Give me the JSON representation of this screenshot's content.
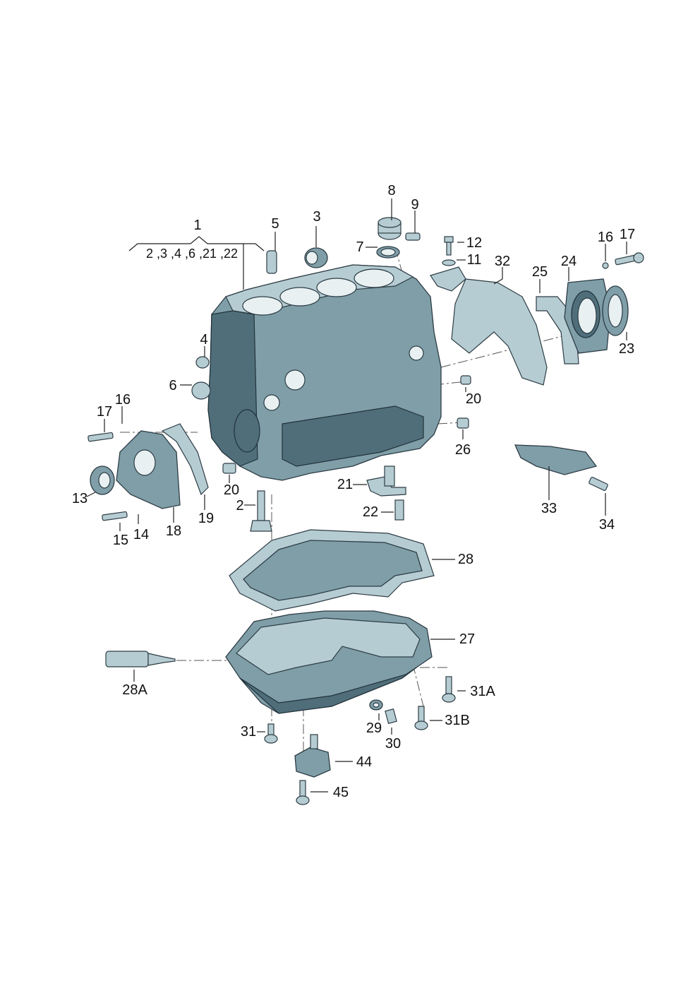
{
  "diagram": {
    "callouts": [
      {
        "id": "c1",
        "text": "1"
      },
      {
        "id": "c1sub",
        "text": "2 ,3 ,4 ,6 ,21 ,22"
      },
      {
        "id": "c5",
        "text": "5"
      },
      {
        "id": "c3",
        "text": "3"
      },
      {
        "id": "c8",
        "text": "8"
      },
      {
        "id": "c9",
        "text": "9"
      },
      {
        "id": "c7",
        "text": "7"
      },
      {
        "id": "c12",
        "text": "12"
      },
      {
        "id": "c11",
        "text": "11"
      },
      {
        "id": "c32",
        "text": "32"
      },
      {
        "id": "c25",
        "text": "25"
      },
      {
        "id": "c24",
        "text": "24"
      },
      {
        "id": "c16a",
        "text": "16"
      },
      {
        "id": "c17a",
        "text": "17"
      },
      {
        "id": "c23",
        "text": "23"
      },
      {
        "id": "c4",
        "text": "4"
      },
      {
        "id": "c6",
        "text": "6"
      },
      {
        "id": "c20a",
        "text": "20"
      },
      {
        "id": "c26",
        "text": "26"
      },
      {
        "id": "c17b",
        "text": "17"
      },
      {
        "id": "c16b",
        "text": "16"
      },
      {
        "id": "c13",
        "text": "13"
      },
      {
        "id": "c15",
        "text": "15"
      },
      {
        "id": "c14",
        "text": "14"
      },
      {
        "id": "c18",
        "text": "18"
      },
      {
        "id": "c19",
        "text": "19"
      },
      {
        "id": "c20b",
        "text": "20"
      },
      {
        "id": "c2",
        "text": "2"
      },
      {
        "id": "c21",
        "text": "21"
      },
      {
        "id": "c22",
        "text": "22"
      },
      {
        "id": "c33",
        "text": "33"
      },
      {
        "id": "c34",
        "text": "34"
      },
      {
        "id": "c28",
        "text": "28"
      },
      {
        "id": "c27",
        "text": "27"
      },
      {
        "id": "c28A",
        "text": "28A"
      },
      {
        "id": "c31A",
        "text": "31A"
      },
      {
        "id": "c29",
        "text": "29"
      },
      {
        "id": "c31B",
        "text": "31B"
      },
      {
        "id": "c30",
        "text": "30"
      },
      {
        "id": "c31",
        "text": "31"
      },
      {
        "id": "c44",
        "text": "44"
      },
      {
        "id": "c45",
        "text": "45"
      }
    ]
  },
  "colors": {
    "part": "#7f9ea8",
    "part_light": "#b6ccd3",
    "part_dark": "#4f6e7a",
    "outline": "#2d3c44"
  }
}
